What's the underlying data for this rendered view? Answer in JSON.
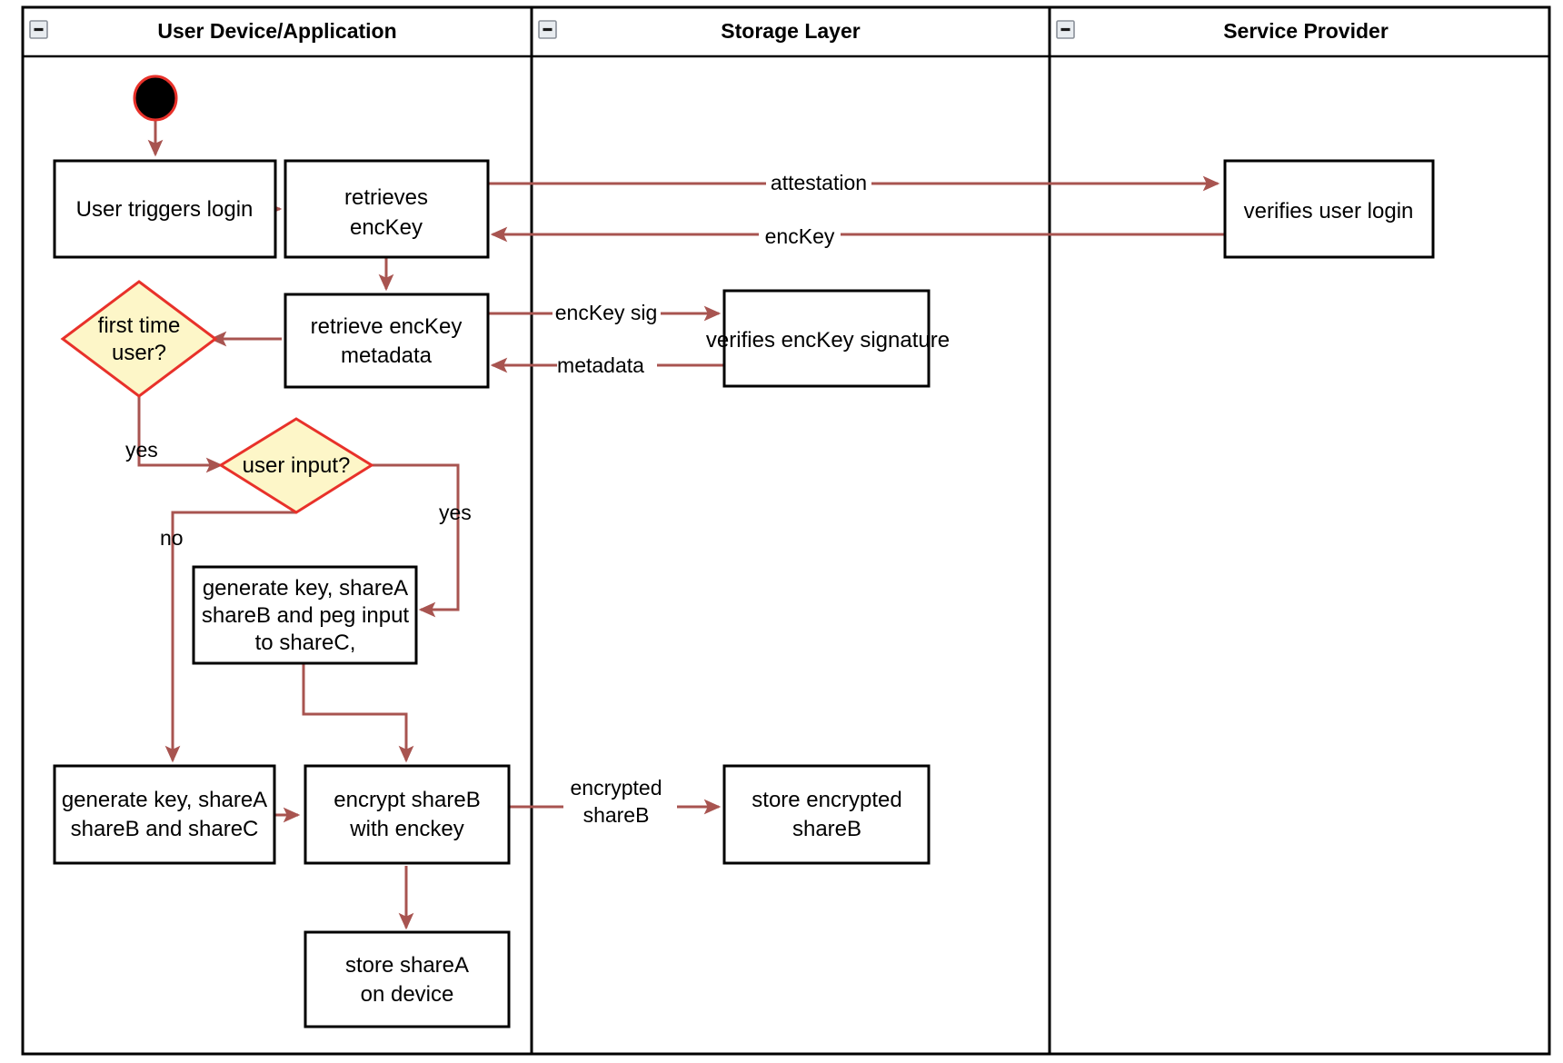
{
  "diagram": {
    "type": "uml-activity-swimlane",
    "title_text": "",
    "colors": {
      "edge": "#a85450",
      "decision_fill": "#fdf6c8",
      "decision_stroke": "#e8312a",
      "node_stroke": "#000000",
      "lane_stroke": "#000000",
      "start_node_fill": "#000000",
      "start_node_stroke": "#e8312a"
    },
    "lanes": [
      {
        "id": "lane-user-device",
        "label": "User Device/Application",
        "collapse_icon": "collapse-minus-icon"
      },
      {
        "id": "lane-storage",
        "label": "Storage Layer",
        "collapse_icon": "collapse-minus-icon"
      },
      {
        "id": "lane-service-provider",
        "label": "Service Provider",
        "collapse_icon": "collapse-minus-icon"
      }
    ],
    "nodes": [
      {
        "id": "start",
        "kind": "initial-node",
        "label": "",
        "lane": "lane-user-device"
      },
      {
        "id": "user-triggers-login",
        "kind": "action",
        "label": "User triggers login",
        "lines": [
          "User triggers login"
        ],
        "lane": "lane-user-device"
      },
      {
        "id": "retrieves-enckey",
        "kind": "action",
        "label": "retrieves encKey",
        "lines": [
          "retrieves",
          "encKey"
        ],
        "lane": "lane-user-device"
      },
      {
        "id": "verifies-user-login",
        "kind": "action",
        "label": "verifies user login",
        "lines": [
          "verifies user login"
        ],
        "lane": "lane-service-provider"
      },
      {
        "id": "retrieve-enckey-metadata",
        "kind": "action",
        "label": "retrieve encKey metadata",
        "lines": [
          "retrieve encKey",
          "metadata"
        ],
        "lane": "lane-user-device"
      },
      {
        "id": "verifies-enckey-signature",
        "kind": "action",
        "label": "verifies encKey signature",
        "lines": [
          "verifies encKey signature"
        ],
        "lane": "lane-storage"
      },
      {
        "id": "first-time-user",
        "kind": "decision",
        "label": "first time user?",
        "lines": [
          "first time",
          "user?"
        ],
        "lane": "lane-user-device"
      },
      {
        "id": "user-input",
        "kind": "decision",
        "label": "user input?",
        "lines": [
          "user input?"
        ],
        "lane": "lane-user-device"
      },
      {
        "id": "generate-key-peg",
        "kind": "action",
        "label": "generate key, shareA shareB and peg input to shareC,",
        "lines": [
          "generate key, shareA",
          "shareB and peg input",
          "to shareC,"
        ],
        "lane": "lane-user-device"
      },
      {
        "id": "generate-key-shares",
        "kind": "action",
        "label": "generate key, shareA shareB and shareC",
        "lines": [
          "generate key, shareA",
          "shareB and shareC"
        ],
        "lane": "lane-user-device"
      },
      {
        "id": "encrypt-shareb",
        "kind": "action",
        "label": "encrypt shareB with enckey",
        "lines": [
          "encrypt shareB",
          "with enckey"
        ],
        "lane": "lane-user-device"
      },
      {
        "id": "store-encrypted-shareb",
        "kind": "action",
        "label": "store encrypted shareB",
        "lines": [
          "store encrypted",
          "shareB"
        ],
        "lane": "lane-storage"
      },
      {
        "id": "store-sharea-on-device",
        "kind": "action",
        "label": "store shareA on device",
        "lines": [
          "store shareA",
          "on device"
        ],
        "lane": "lane-user-device"
      }
    ],
    "edges": [
      {
        "id": "e-start-login",
        "from": "start",
        "to": "user-triggers-login",
        "label": ""
      },
      {
        "id": "e-login-retrieves",
        "from": "user-triggers-login",
        "to": "retrieves-enckey",
        "label": ""
      },
      {
        "id": "e-attestation",
        "from": "retrieves-enckey",
        "to": "verifies-user-login",
        "label": "attestation"
      },
      {
        "id": "e-enckey",
        "from": "verifies-user-login",
        "to": "retrieves-enckey",
        "label": "encKey"
      },
      {
        "id": "e-retrieves-metadata",
        "from": "retrieves-enckey",
        "to": "retrieve-enckey-metadata",
        "label": ""
      },
      {
        "id": "e-enckey-sig",
        "from": "retrieve-enckey-metadata",
        "to": "verifies-enckey-signature",
        "label": "encKey sig"
      },
      {
        "id": "e-metadata",
        "from": "verifies-enckey-signature",
        "to": "retrieve-enckey-metadata",
        "label": "metadata"
      },
      {
        "id": "e-metadata-firsttime",
        "from": "retrieve-enckey-metadata",
        "to": "first-time-user",
        "label": ""
      },
      {
        "id": "e-firsttime-yes",
        "from": "first-time-user",
        "to": "user-input",
        "label": "yes"
      },
      {
        "id": "e-userinput-yes",
        "from": "user-input",
        "to": "generate-key-peg",
        "label": "yes"
      },
      {
        "id": "e-userinput-no",
        "from": "user-input",
        "to": "generate-key-shares",
        "label": "no"
      },
      {
        "id": "e-peg-encrypt",
        "from": "generate-key-peg",
        "to": "encrypt-shareb",
        "label": ""
      },
      {
        "id": "e-shares-encrypt",
        "from": "generate-key-shares",
        "to": "encrypt-shareb",
        "label": ""
      },
      {
        "id": "e-encrypted-shareb",
        "from": "encrypt-shareb",
        "to": "store-encrypted-shareb",
        "label": "encrypted shareB",
        "label_lines": [
          "encrypted",
          "shareB"
        ]
      },
      {
        "id": "e-encrypt-store-sharea",
        "from": "encrypt-shareb",
        "to": "store-sharea-on-device",
        "label": ""
      }
    ],
    "edge_labels": {
      "attestation": "attestation",
      "enckey": "encKey",
      "enckey_sig": "encKey sig",
      "metadata": "metadata",
      "yes_first_time": "yes",
      "yes_user_input": "yes",
      "no_user_input": "no",
      "encrypted_line1": "encrypted",
      "encrypted_line2": "shareB"
    }
  }
}
